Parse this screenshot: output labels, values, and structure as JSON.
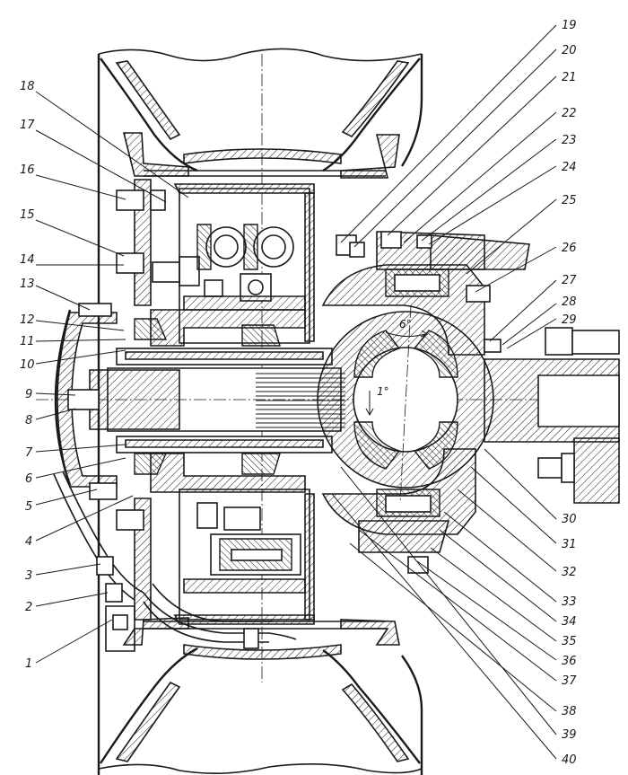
{
  "figure": {
    "angle_marks": [
      "6°",
      "1°"
    ],
    "callouts_right": [
      "19",
      "20",
      "21",
      "22",
      "23",
      "24",
      "25",
      "26",
      "27",
      "28",
      "29",
      "30",
      "31",
      "32",
      "33",
      "34",
      "35",
      "36",
      "37",
      "38",
      "39",
      "40"
    ],
    "callouts_left": [
      "18",
      "17",
      "16",
      "15",
      "14",
      "13",
      "12",
      "11",
      "10",
      "9",
      "8",
      "7",
      "6",
      "5",
      "4",
      "3",
      "2",
      "1"
    ]
  }
}
